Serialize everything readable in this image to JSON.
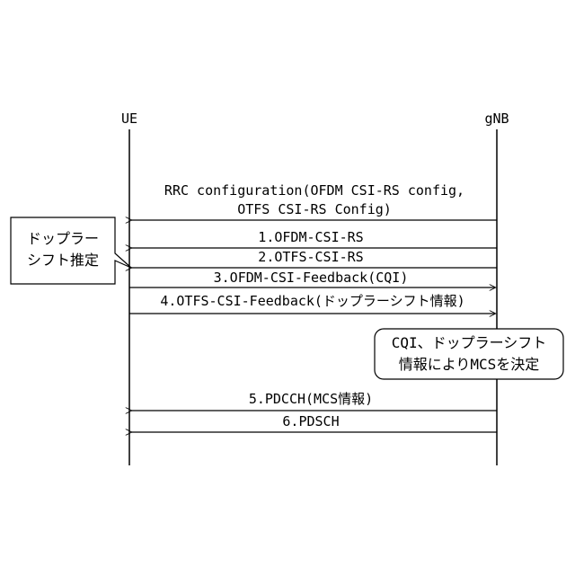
{
  "entities": {
    "ue": "UE",
    "gnb": "gNB"
  },
  "messages": {
    "rrc_line1": "RRC configuration(OFDM CSI-RS config,",
    "rrc_line2": "OTFS CSI-RS Config)",
    "m1": "1.OFDM-CSI-RS",
    "m2": "2.OTFS-CSI-RS",
    "m3": "3.OFDM-CSI-Feedback(CQI)",
    "m4": "4.OTFS-CSI-Feedback(ドップラーシフト情報)",
    "m5": "5.PDCCH(MCS情報)",
    "m6": "6.PDSCH"
  },
  "notes": {
    "ue_note_line1": "ドップラー",
    "ue_note_line2": "シフト推定",
    "gnb_note_line1": "CQI、ドップラーシフト",
    "gnb_note_line2": "情報によりMCSを決定"
  }
}
